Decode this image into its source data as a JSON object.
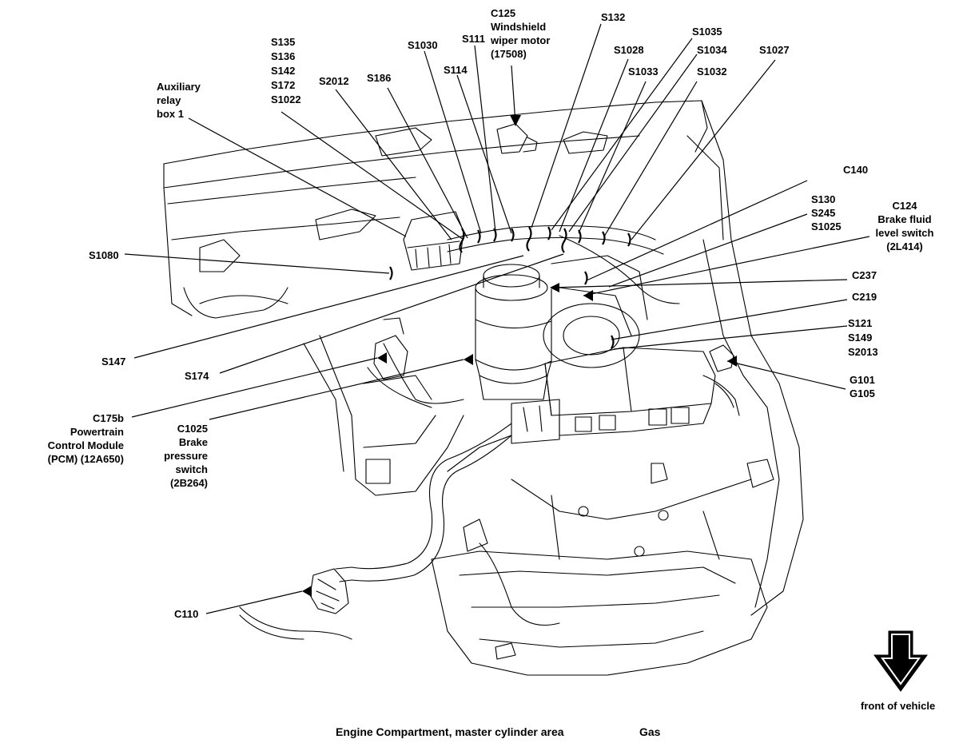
{
  "labels": {
    "c125_id": "C125",
    "c125_line1": "Windshield",
    "c125_line2": "wiper motor",
    "c125_line3": "(17508)",
    "s132": "S132",
    "s1035": "S1035",
    "s1034": "S1034",
    "s1028": "S1028",
    "s1027": "S1027",
    "s1033": "S1033",
    "s1032": "S1032",
    "s1030": "S1030",
    "s111": "S111",
    "s114": "S114",
    "s186": "S186",
    "s2012": "S2012",
    "splice_group": [
      "S135",
      "S136",
      "S142",
      "S172",
      "S1022"
    ],
    "aux_relay": [
      "Auxiliary",
      "relay",
      "box 1"
    ],
    "s1080": "S1080",
    "c140": "C140",
    "s130_group": [
      "S130",
      "S245",
      "S1025"
    ],
    "c124_id": "C124",
    "c124_desc": [
      "Brake fluid",
      "level switch",
      "(2L414)"
    ],
    "c237": "C237",
    "c219": "C219",
    "s121_group": [
      "S121",
      "S149",
      "S2013"
    ],
    "g101_group": [
      "G101",
      "G105"
    ],
    "s147": "S147",
    "s174": "S174",
    "c175b": [
      "C175b",
      "Powertrain",
      "Control Module",
      "(PCM) (12A650)"
    ],
    "c1025": [
      "C1025",
      "Brake",
      "pressure",
      "switch",
      "(2B264)"
    ],
    "c110": "C110"
  },
  "caption": {
    "title": "Engine Compartment, master cylinder area",
    "variant": "Gas"
  },
  "front_label": "front of vehicle"
}
